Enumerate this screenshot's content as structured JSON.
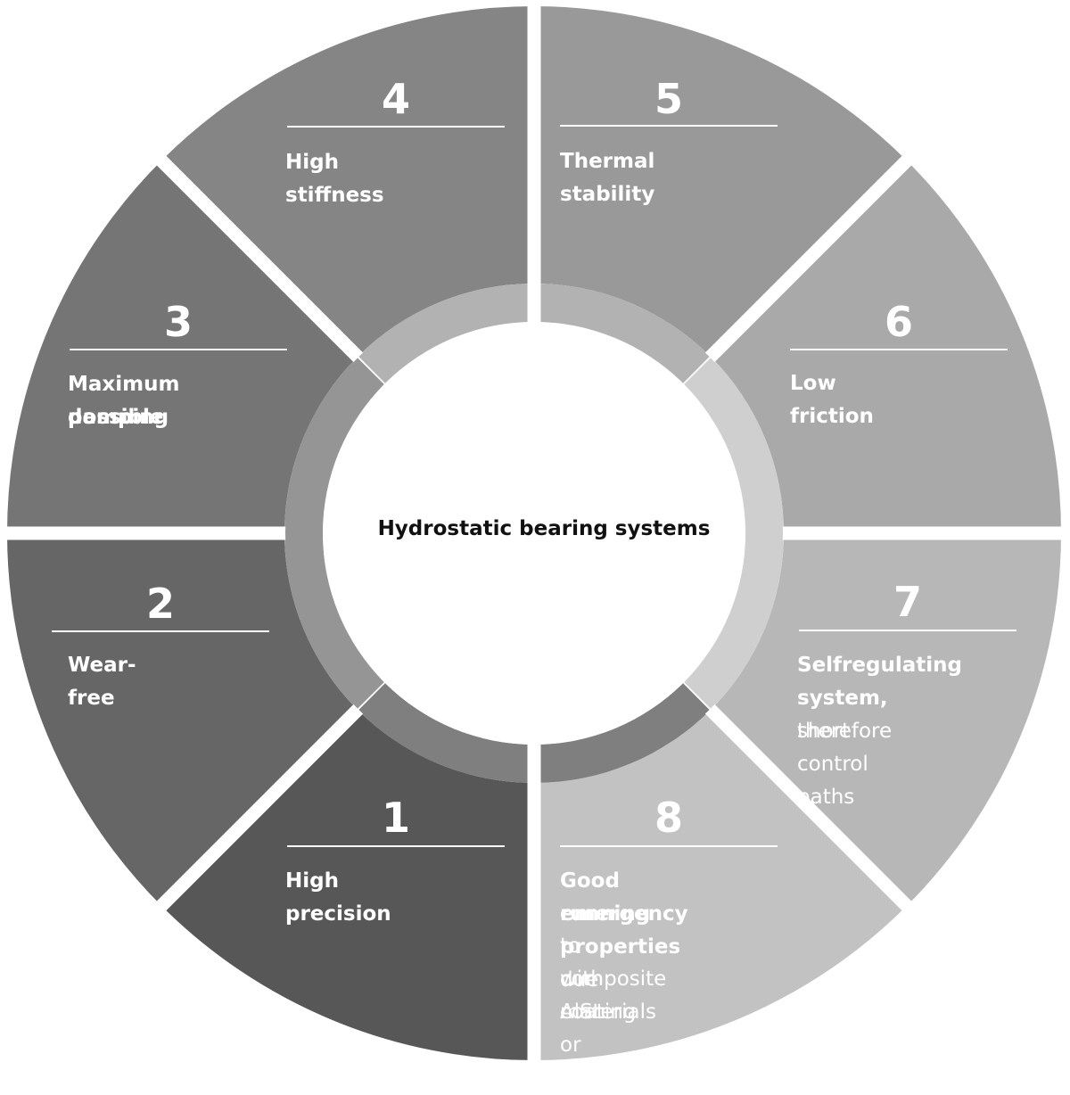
{
  "title": "Hydrostatic bearing systems",
  "segments": [
    {
      "number": "1",
      "bold": "High precision",
      "normal": ""
    },
    {
      "number": "2",
      "bold": "Wear-free",
      "normal": ""
    },
    {
      "number": "3",
      "bold_lines": [
        "Maximum possible",
        "damping"
      ]
    },
    {
      "number": "4",
      "bold": "High stiffness",
      "normal": ""
    },
    {
      "number": "5",
      "bold": "Thermal stability",
      "normal": ""
    },
    {
      "number": "6",
      "bold": "Low friction",
      "normal": ""
    },
    {
      "number": "7",
      "line1_bold": "Selfregulating",
      "line2_bold": "system,",
      "line2_normal": "therefore",
      "line3_normal": "short control paths"
    },
    {
      "number": "8",
      "line1_bold": "Good emergency",
      "line2_bold": "running properties",
      "line2_normal": "due",
      "line3_normal": "to composite materials",
      "line4_normal": "with AlSn or CuSn",
      "line5_normal": "coating"
    }
  ],
  "colors": {
    "seg1": "#575757",
    "seg2": "#666666",
    "seg3": "#757575",
    "seg4": "#858585",
    "seg5": "#999999",
    "seg6": "#a9a9a9",
    "seg7": "#b7b7b7",
    "seg8": "#c2c2c2",
    "ring_dark": "#7f7f7f",
    "ring_mid": "#959595",
    "ring_light": "#b2b2b2",
    "ring_lighter": "#cfcfcf",
    "gap": "#ffffff",
    "center": "#ffffff",
    "title_text": "#111111"
  }
}
